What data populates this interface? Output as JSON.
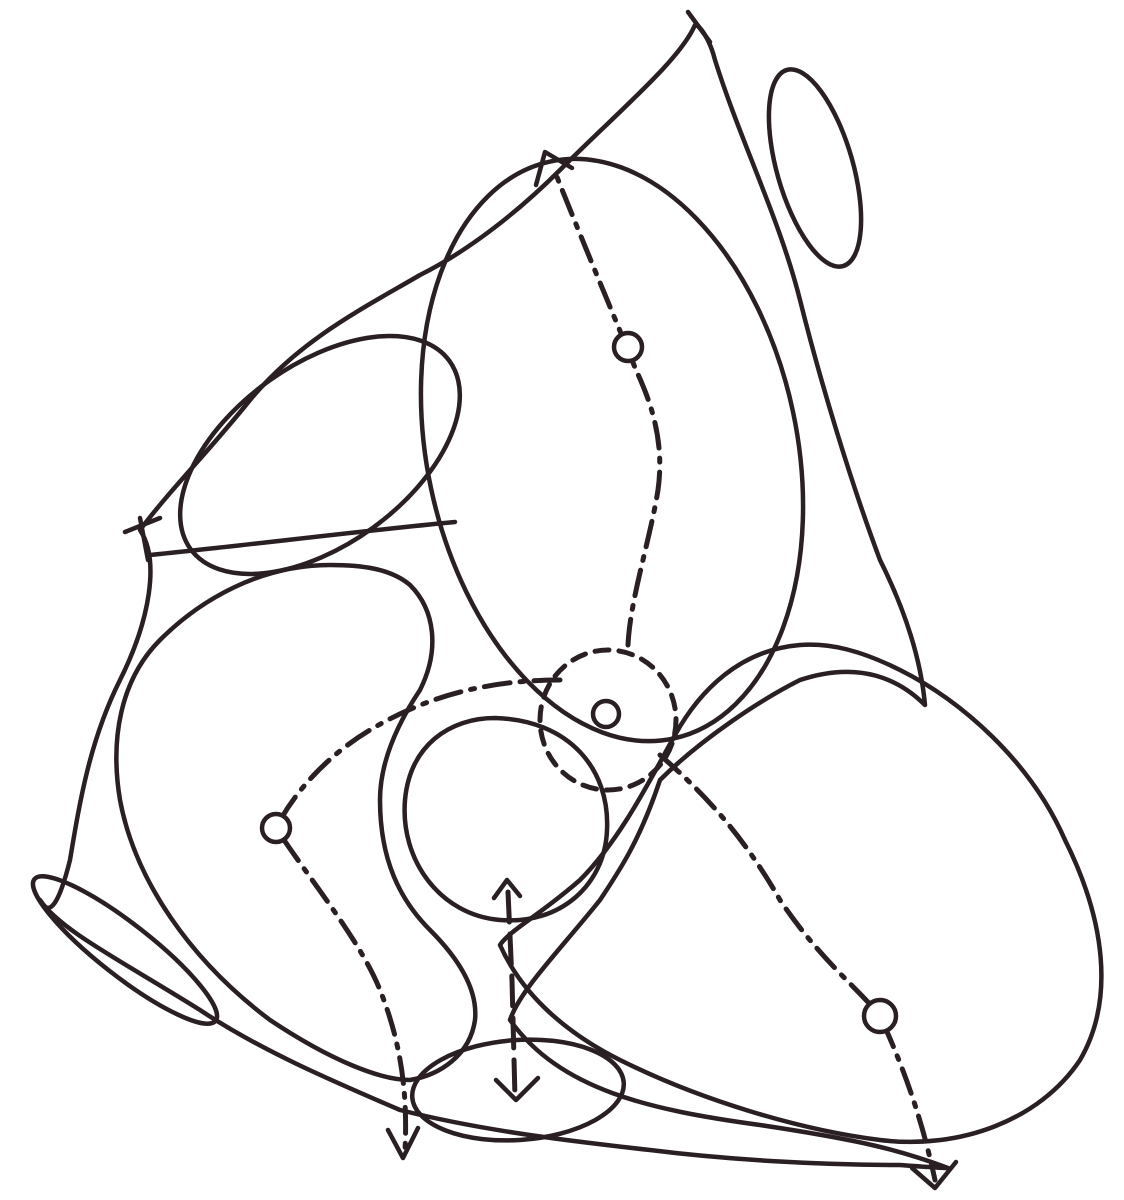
{
  "diagram": {
    "ink_color": "#2a1f22",
    "background_color": "#ffffff",
    "shapes": [
      "outer-boundary-shape",
      "top-right-small-oval",
      "upper-left-oval",
      "large-central-oval",
      "lower-left-lobe",
      "inner-small-oval",
      "right-large-lobe",
      "bottom-small-oval",
      "left-edge-small-oval",
      "center-dashed-circle"
    ],
    "nodes": [
      "node-upper",
      "node-center",
      "node-left",
      "node-right"
    ],
    "arrow_paths": [
      "arrow-path-up",
      "arrow-path-left-down",
      "arrow-path-right-down",
      "arrow-path-center-vertical"
    ]
  }
}
